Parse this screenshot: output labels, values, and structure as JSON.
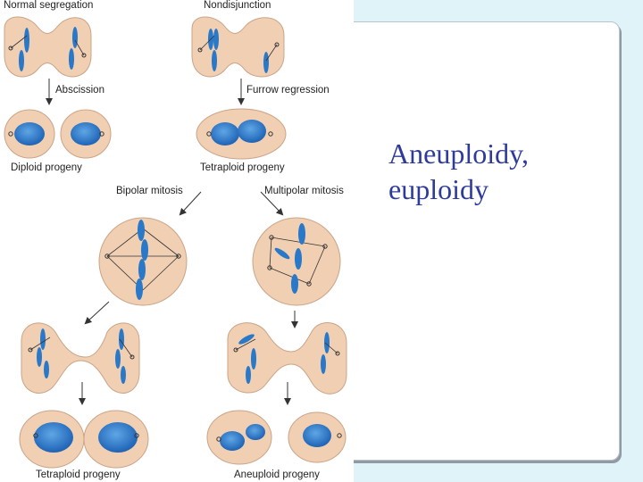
{
  "slide": {
    "title": "Aneuploidy,\neuploidy",
    "colors": {
      "background": "#dff3f8",
      "title": "#2e3b9a",
      "cell": "#f1cfb3",
      "nucleus": "#2a78c8"
    }
  },
  "figure": {
    "labels": {
      "normal_segregation": "Normal segregation",
      "nondisjunction": "Nondisjunction",
      "abscission": "Abscission",
      "furrow_regression": "Furrow regression",
      "diploid_progeny": "Diploid progeny",
      "tetraploid_progeny_top": "Tetraploid progeny",
      "bipolar_mitosis": "Bipolar mitosis",
      "multipolar_mitosis": "Multipolar mitosis",
      "tetraploid_progeny_bottom": "Tetraploid progeny",
      "aneuploid_progeny": "Aneuploid progeny"
    }
  }
}
